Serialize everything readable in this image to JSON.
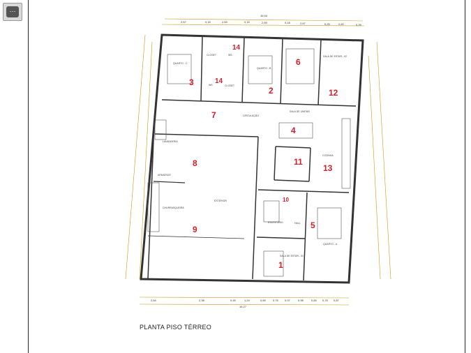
{
  "viewer": {
    "thumb_icon": "more-options-icon",
    "thumb_glyph": "⋯"
  },
  "drawing": {
    "title": "PLANTA PISO TÉRREO",
    "overall_top": "15,94",
    "overall_bottom": "16,27",
    "top_dims": [
      "2,67",
      "0,15",
      "2,69",
      "0,15",
      "2,69",
      "0,18",
      "2,67",
      "0,25",
      "2,62",
      "0,25"
    ],
    "bottom_dims": [
      "2,64",
      "2,38",
      "0,45",
      "1,24",
      "0,89",
      "0,76",
      "0,97",
      "0,98",
      "0,84",
      "0,78",
      "0,87"
    ],
    "room_numbers": [
      "1",
      "2",
      "3",
      "4",
      "5",
      "6",
      "7",
      "8",
      "9",
      "10",
      "11",
      "12",
      "13",
      "14",
      "14"
    ],
    "rooms": {
      "quarto_c": "QUARTO - C",
      "quarto_b": "QUARTO - B",
      "quarto_a": "QUARTO - A",
      "sala_estar_02": "SALA DE ESTAR - 02",
      "sala_estar_01": "SALA DE ESTAR - 01",
      "sala_jantar": "SALA DE JANTAR",
      "circulacao": "CIRCULAÇÃO",
      "cozinha": "COZINHA",
      "lavanderia": "LAVANDERIA",
      "armarios": "ARMÁRIOS",
      "churrasqueira": "CHURRASQUEIRA",
      "exterior": "EXTERIOR",
      "escritorio": "ESCRITÓRIO",
      "hall": "HALL",
      "closet_a": "CLOSET",
      "closet_b": "CLOSET",
      "ws_a": "WS",
      "ws_b": "WS"
    },
    "accent_color": "#d0202a",
    "line_color": "#333333",
    "dim_color": "#c79a1e"
  }
}
